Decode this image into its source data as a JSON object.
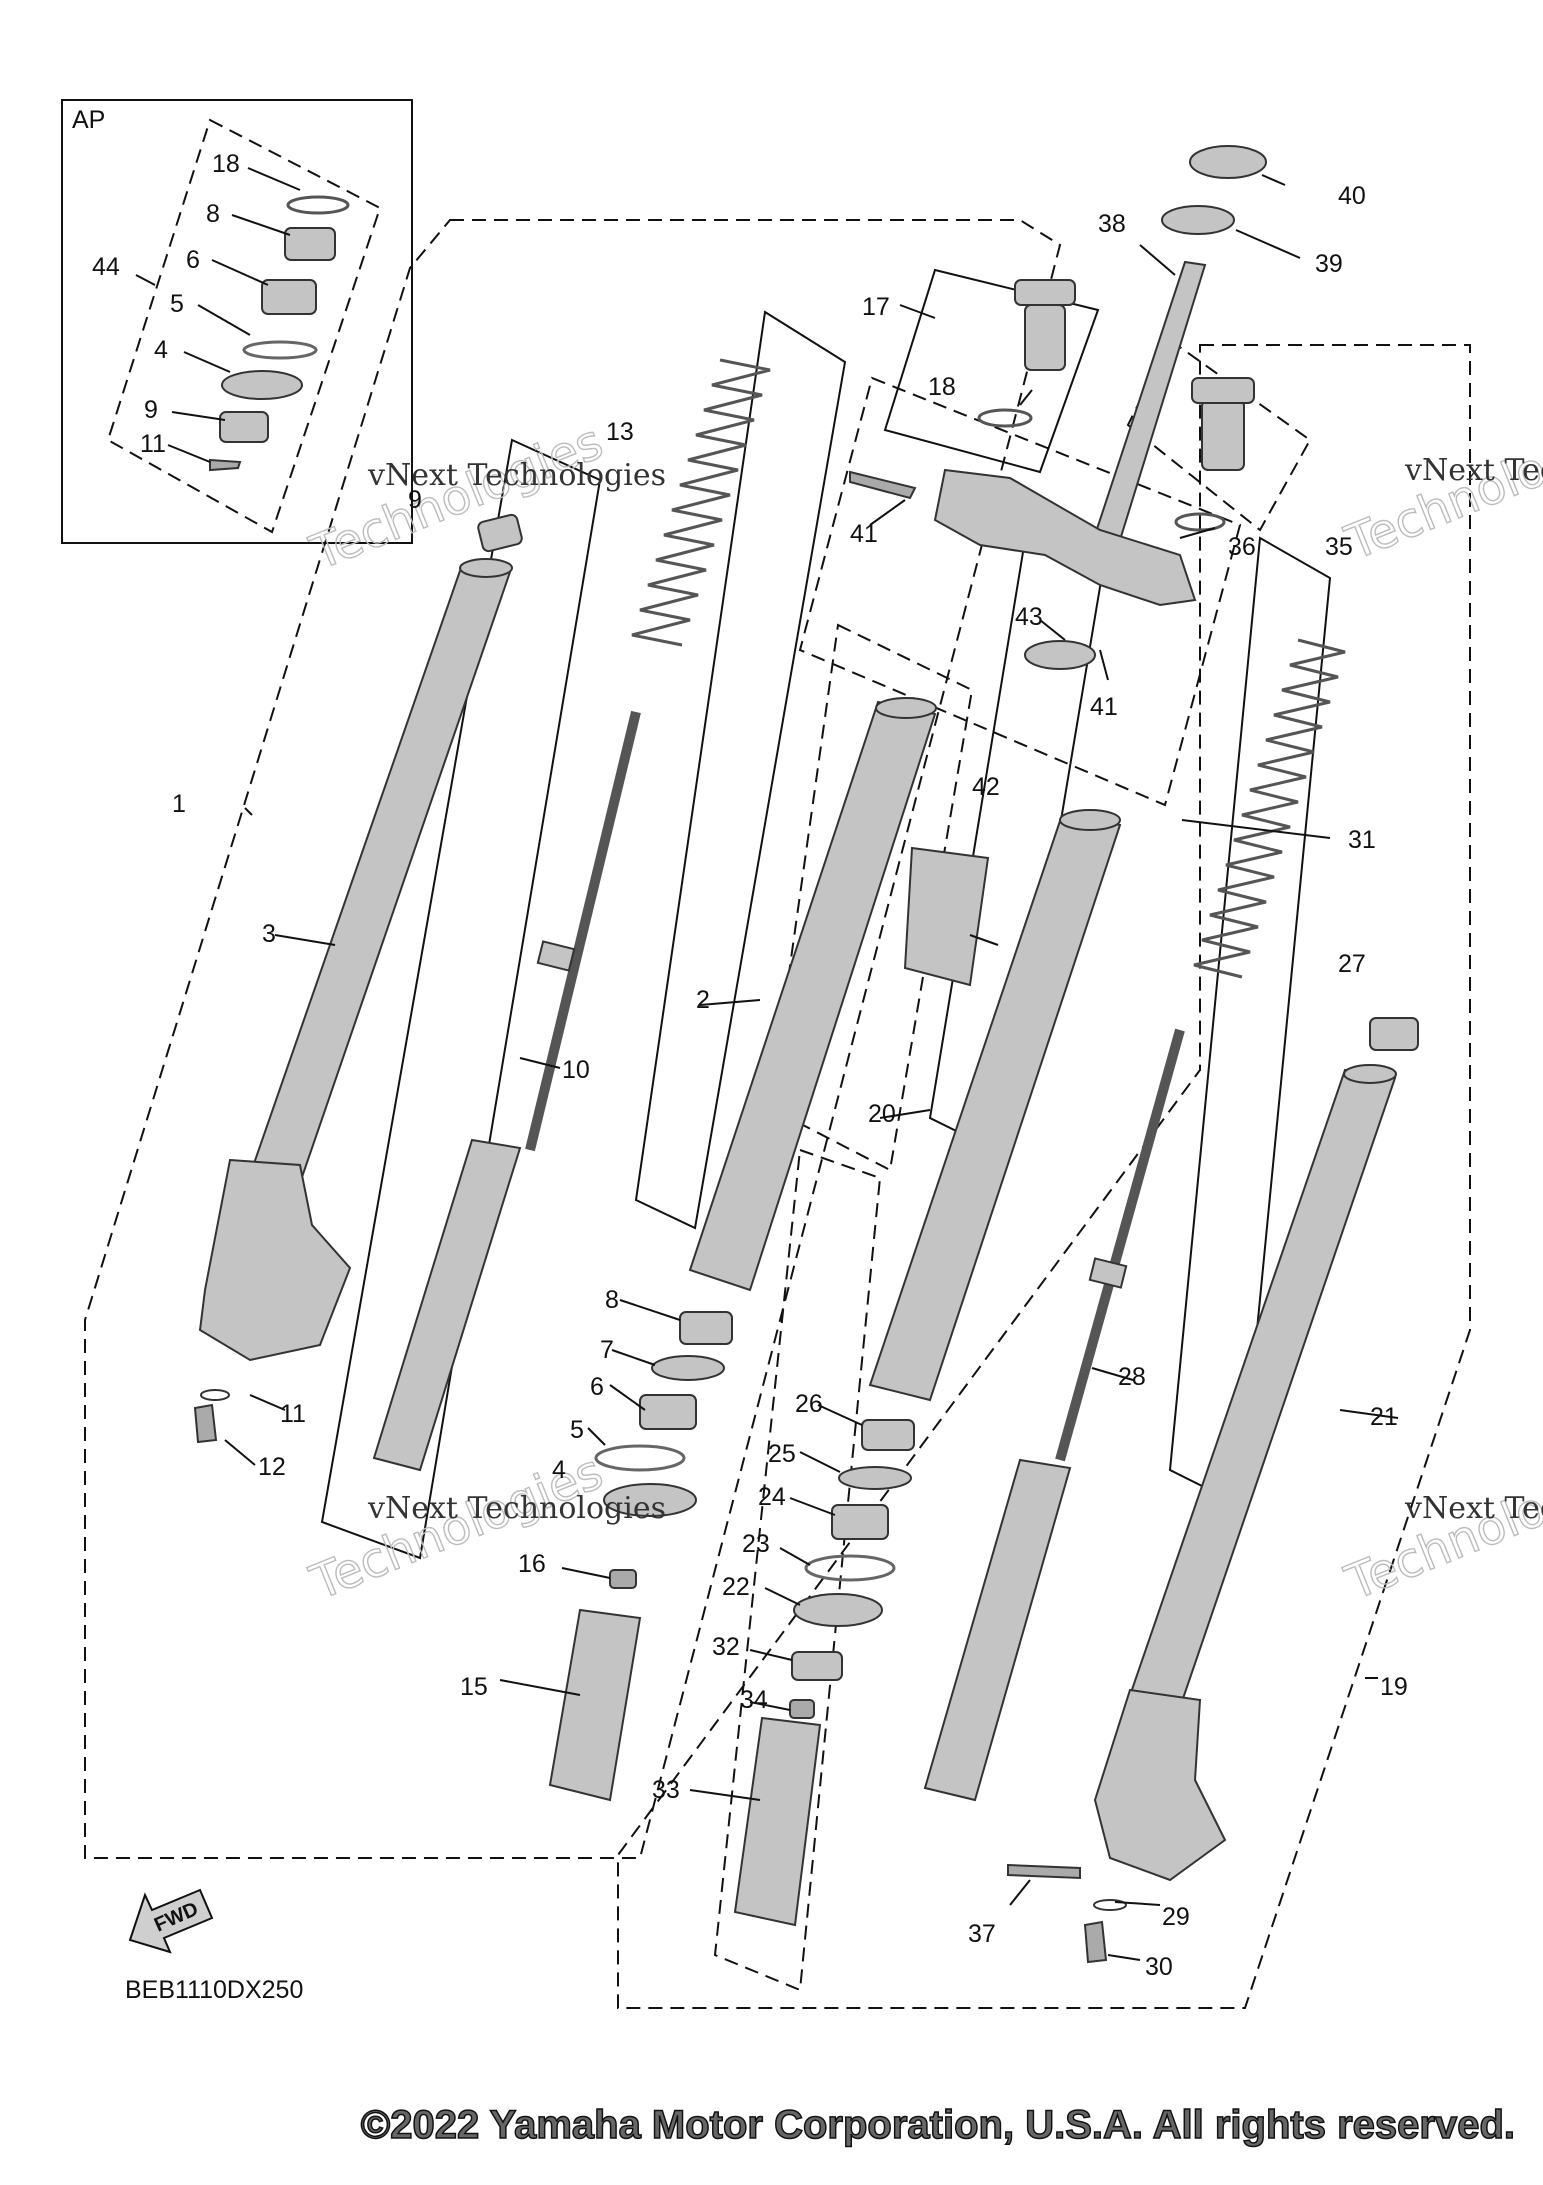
{
  "diagram": {
    "inset_label": "AP",
    "code": "BEB1110DX250",
    "fwd_label": "FWD",
    "watermark_line1": "vNext Technologies",
    "watermark_line2": "Technologies",
    "callouts": {
      "c1": "1",
      "c2": "2",
      "c3": "3",
      "c4": "4",
      "c5": "5",
      "c6": "6",
      "c7": "7",
      "c8": "8",
      "c9": "9",
      "c10": "10",
      "c11": "11",
      "c12": "12",
      "c13": "13",
      "c15": "15",
      "c16": "16",
      "c17": "17",
      "c18": "18",
      "c19": "19",
      "c20": "20",
      "c21": "21",
      "c22": "22",
      "c23": "23",
      "c24": "24",
      "c25": "25",
      "c26": "26",
      "c27": "27",
      "c28": "28",
      "c29": "29",
      "c30": "30",
      "c31": "31",
      "c32": "32",
      "c33": "33",
      "c34": "34",
      "c35": "35",
      "c36": "36",
      "c37": "37",
      "c38": "38",
      "c39": "39",
      "c40": "40",
      "c41": "41",
      "c42": "42",
      "c43": "43",
      "c44": "44"
    }
  },
  "footer": {
    "copyright": "©2022 Yamaha Motor Corporation, U.S.A. All rights reserved."
  }
}
